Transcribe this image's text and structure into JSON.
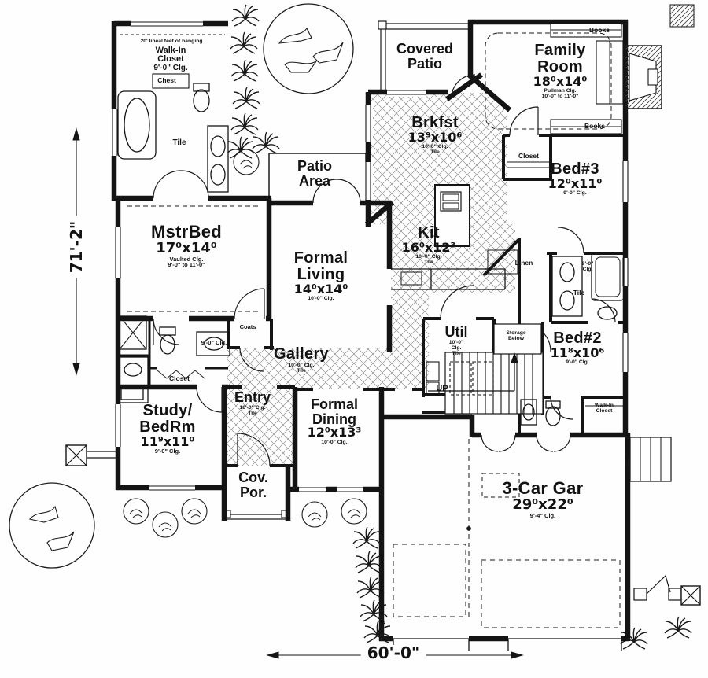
{
  "dimensions": {
    "height": "71'-2\"",
    "width": "60'-0\""
  },
  "rooms": {
    "walkin_closet": {
      "hanging_note": "20' lineal feet of hanging",
      "name1": "Walk-In",
      "name2": "Closet",
      "clg": "9'-0\" Clg."
    },
    "chest": {
      "label": "Chest"
    },
    "mstr_bath": {
      "tile": "Tile"
    },
    "mstrbed": {
      "name": "MstrBed",
      "size": "17⁰x14⁰",
      "clg1": "Vaulted Clg.",
      "clg2": "9'-0\" to 11'-0\""
    },
    "hall": {
      "clg": "9'-0\" Clg."
    },
    "coats": {
      "label": "Coats"
    },
    "hall_closet": {
      "label": "Closet"
    },
    "study": {
      "name1": "Study/",
      "name2": "BedRm",
      "size": "11⁹x11⁰",
      "clg": "9'-0\" Clg."
    },
    "entry": {
      "name": "Entry",
      "clg": "10'-0\" Clg.",
      "tile": "Tile"
    },
    "cov_por": {
      "name1": "Cov.",
      "name2": "Por."
    },
    "formal_dining": {
      "name1": "Formal",
      "name2": "Dining",
      "size": "12⁰x13³",
      "clg": "10'-0\" Clg."
    },
    "gallery": {
      "name": "Gallery",
      "clg": "10'-0\" Clg.",
      "tile": "Tile"
    },
    "formal_living": {
      "name1": "Formal",
      "name2": "Living",
      "size": "14⁰x14⁰",
      "clg": "10'-0\" Clg."
    },
    "patio_area": {
      "name1": "Patio",
      "name2": "Area"
    },
    "covered_patio": {
      "name1": "Covered",
      "name2": "Patio"
    },
    "brkfst": {
      "name": "Brkfst",
      "size": "13⁹x10⁶",
      "clg": "10'-0\" Clg.",
      "tile": "Tile"
    },
    "kit": {
      "name": "Kit",
      "size": "16⁰x12³",
      "clg": "10'-0\" Clg.",
      "tile": "Tile"
    },
    "family": {
      "name1": "Family",
      "name2": "Room",
      "size": "18⁰x14⁰",
      "clg1": "Pullman Clg.",
      "clg2": "10'-0\" to 11'-0\""
    },
    "books_top": {
      "label": "Books"
    },
    "books_bottom": {
      "label": "Books"
    },
    "bed3_closet": {
      "label": "Closet"
    },
    "bed3": {
      "name": "Bed#3",
      "size": "12⁰x11⁰",
      "clg": "9'-0\" Clg."
    },
    "bath2": {
      "clg1": "9'-0\"",
      "clg2": "Clg.",
      "tile": "Tile"
    },
    "linen": {
      "label": "Linen"
    },
    "util": {
      "name": "Util",
      "clg1": "10'-0\"",
      "clg2": "Clg.",
      "tile": "Tile"
    },
    "storage": {
      "line1": "Storage",
      "line2": "Below"
    },
    "stairs": {
      "up": "UP"
    },
    "bed2": {
      "name": "Bed#2",
      "size": "11⁸x10⁶",
      "clg": "9'-0\" Clg."
    },
    "bed2_closet": {
      "line1": "Walk-In",
      "line2": "Closet"
    },
    "garage": {
      "name": "3-Car Gar",
      "size": "29⁰x22⁰",
      "clg": "9'-4\" Clg."
    }
  }
}
